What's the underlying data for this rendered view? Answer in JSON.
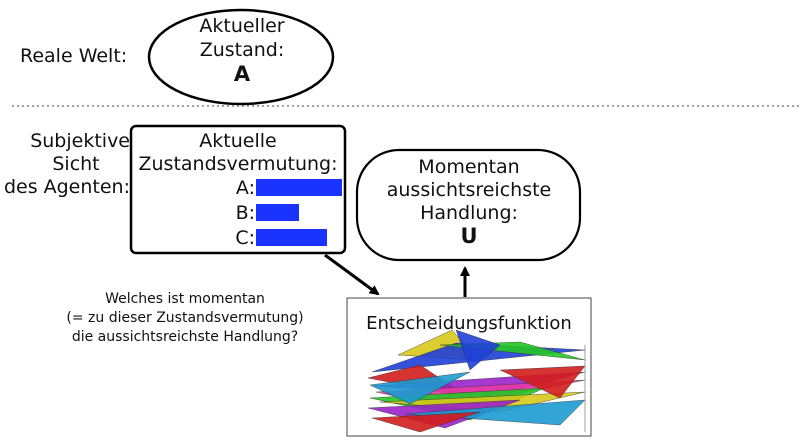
{
  "real_world": {
    "label": "Reale Welt:",
    "state_line1": "Aktueller",
    "state_line2": "Zustand:",
    "state_value": "A"
  },
  "subjective": {
    "label_line1": "Subjektive",
    "label_line2": "Sicht",
    "label_line3": "des Agenten:"
  },
  "belief": {
    "title_line1": "Aktuelle",
    "title_line2": "Zustandsvermutung:",
    "bar_color": "#1a33ff",
    "items": [
      {
        "label": "A:",
        "value": 1.0
      },
      {
        "label": "B:",
        "value": 0.5
      },
      {
        "label": "C:",
        "value": 0.82
      }
    ]
  },
  "action": {
    "line1": "Momentan",
    "line2": "aussichtsreichste",
    "line3": "Handlung:",
    "value": "U"
  },
  "question": {
    "line1": "Welches ist momentan",
    "line2": "(= zu dieser Zustandsvermutung)",
    "line3": "die aussichtsreichste Handlung?"
  },
  "decision": {
    "title": "Entscheidungsfunktion",
    "colors": [
      "#d8c81a",
      "#1f3fd6",
      "#23c623",
      "#d21d1d",
      "#9b22c9",
      "#e63aa6",
      "#1c9ad0"
    ]
  }
}
